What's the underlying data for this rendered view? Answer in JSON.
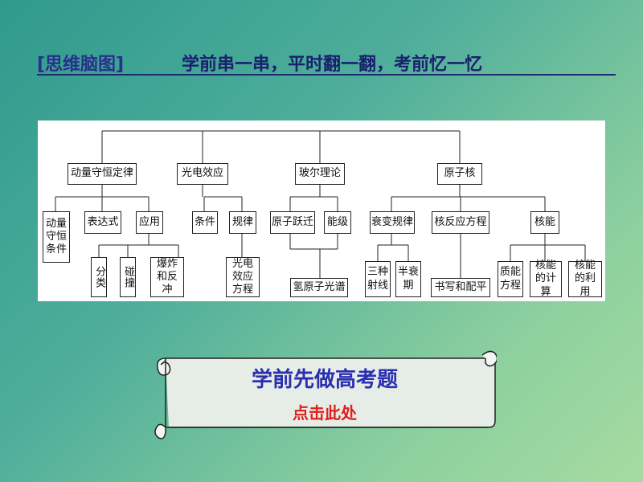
{
  "header": {
    "tag": "[思维脑图]",
    "subtitle": "学前串一串，平时翻一翻，考前忆一忆"
  },
  "diagram": {
    "n_momentum": "动量守恒定律",
    "n_photo": "光电效应",
    "n_bohr": "玻尔理论",
    "n_nucleus": "原子核",
    "n_cond": "动量守恒条件",
    "n_expr": "表达式",
    "n_app": "应用",
    "n_class": "分类",
    "n_coll": "碰撞",
    "n_expl": "爆炸和反冲",
    "n_pcond": "条件",
    "n_law": "规律",
    "n_peq": "光电效应方程",
    "n_trans": "原子跃迁",
    "n_level": "能级",
    "n_hspec": "氢原子光谱",
    "n_decay": "衰变规律",
    "n_react": "核反应方程",
    "n_energy": "核能",
    "n_rays": "三种射线",
    "n_half": "半衰期",
    "n_write": "书写和配平",
    "n_mass": "质能方程",
    "n_calc": "核能的计算",
    "n_use": "核能的利用"
  },
  "scroll": {
    "title": "学前先做高考题",
    "link": "点击此处"
  },
  "colors": {
    "tag": "#2a2f8c",
    "scroll_title": "#2a2fb0",
    "scroll_link": "#e0201c",
    "scroll_paper": "#e6ece6"
  }
}
